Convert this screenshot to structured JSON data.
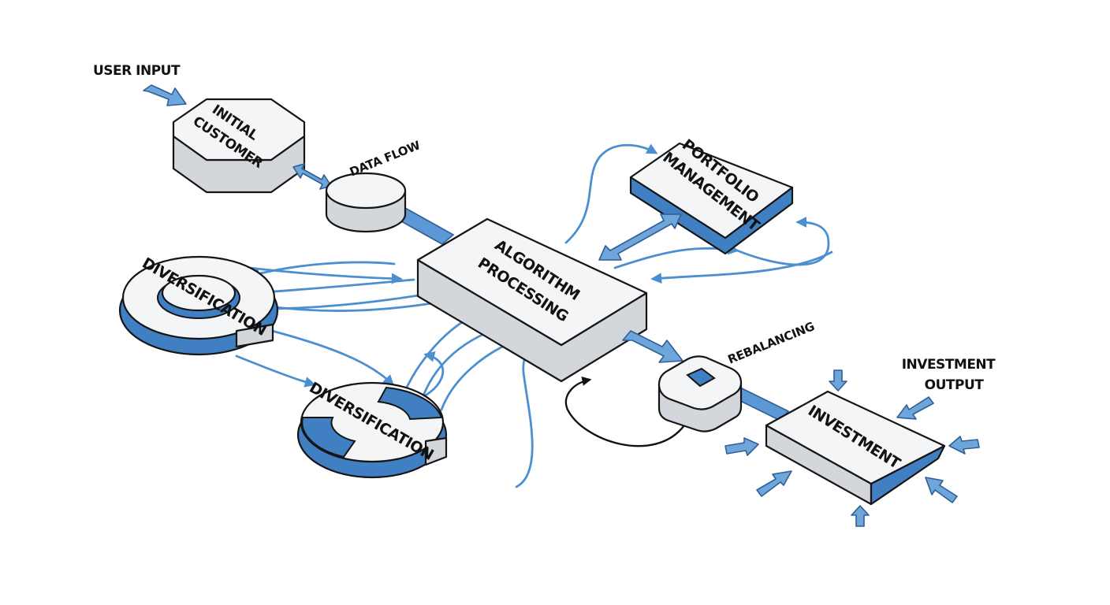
{
  "labels": {
    "user_input": "USER INPUT",
    "initial_customer_line1": "INITIAL",
    "initial_customer_line2": "CUSTOMER",
    "data_flow": "DATA FLOW",
    "portfolio_line1": "PORTFOLIO",
    "portfolio_line2": "MANAGEMENT",
    "algorithm_line1": "ALGORITHM",
    "algorithm_line2": "PROCESSING",
    "diversification_top": "DIVERSIFICATION",
    "diversification_bottom": "DIVERSIFICATION",
    "rebalancing": "REBALANCING",
    "investment_output_line1": "INVESTMENT",
    "investment_output_line2": "OUTPUT",
    "investment": "INVESTMENT"
  },
  "colors": {
    "accent_blue": "#3f7fc2",
    "flow_blue": "#4c8fd0",
    "block_top": "#f4f5f7",
    "block_side": "#d3d6db",
    "outline": "#151515"
  }
}
